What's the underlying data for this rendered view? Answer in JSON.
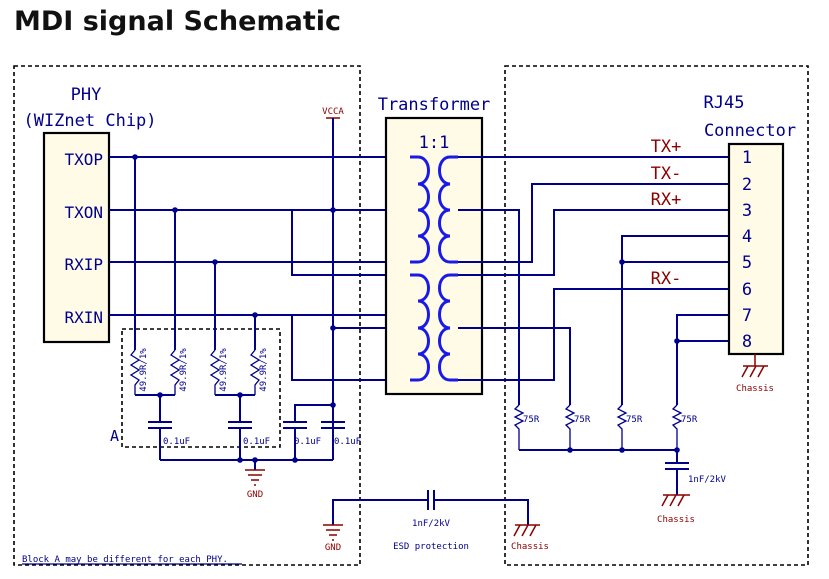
{
  "title": "MDI signal Schematic",
  "phy": {
    "title_line1": "PHY",
    "title_line2": "(WIZnet Chip)"
  },
  "pins": [
    "TXOP",
    "TXON",
    "RXIP",
    "RXIN"
  ],
  "transformer": {
    "title": "Transformer",
    "ratio": "1:1"
  },
  "rj45": {
    "title_line1": "RJ45",
    "title_line2": "Connector",
    "pins": [
      "1",
      "2",
      "3",
      "4",
      "5",
      "6",
      "7",
      "8"
    ]
  },
  "signals": [
    "TX+",
    "TX-",
    "RX+",
    "RX-"
  ],
  "power": {
    "vcca": "VCCA",
    "gnd": "GND",
    "chassis": "Chassis"
  },
  "block_a": {
    "label": "A",
    "resistors": [
      "49.9R/1%",
      "49.9R/1%",
      "49.9R/1%",
      "49.9R/1%"
    ],
    "caps": [
      "0.1uF",
      "0.1uF"
    ]
  },
  "decoupling_caps": [
    "0.1uF",
    "0.1uF"
  ],
  "termination_resistors": [
    "75R",
    "75R",
    "75R",
    "75R"
  ],
  "chassis_cap": "1nF/2kV",
  "esd": {
    "cap": "1nF/2kV",
    "label": "ESD protection"
  },
  "note": "Block A may be different for each PHY.",
  "colors": {
    "wire": "#00008b",
    "coil": "#1a1ae6",
    "ground": "#8b0000",
    "chip_fill": "#fffbe6",
    "box_fill": "#fffbe6"
  }
}
